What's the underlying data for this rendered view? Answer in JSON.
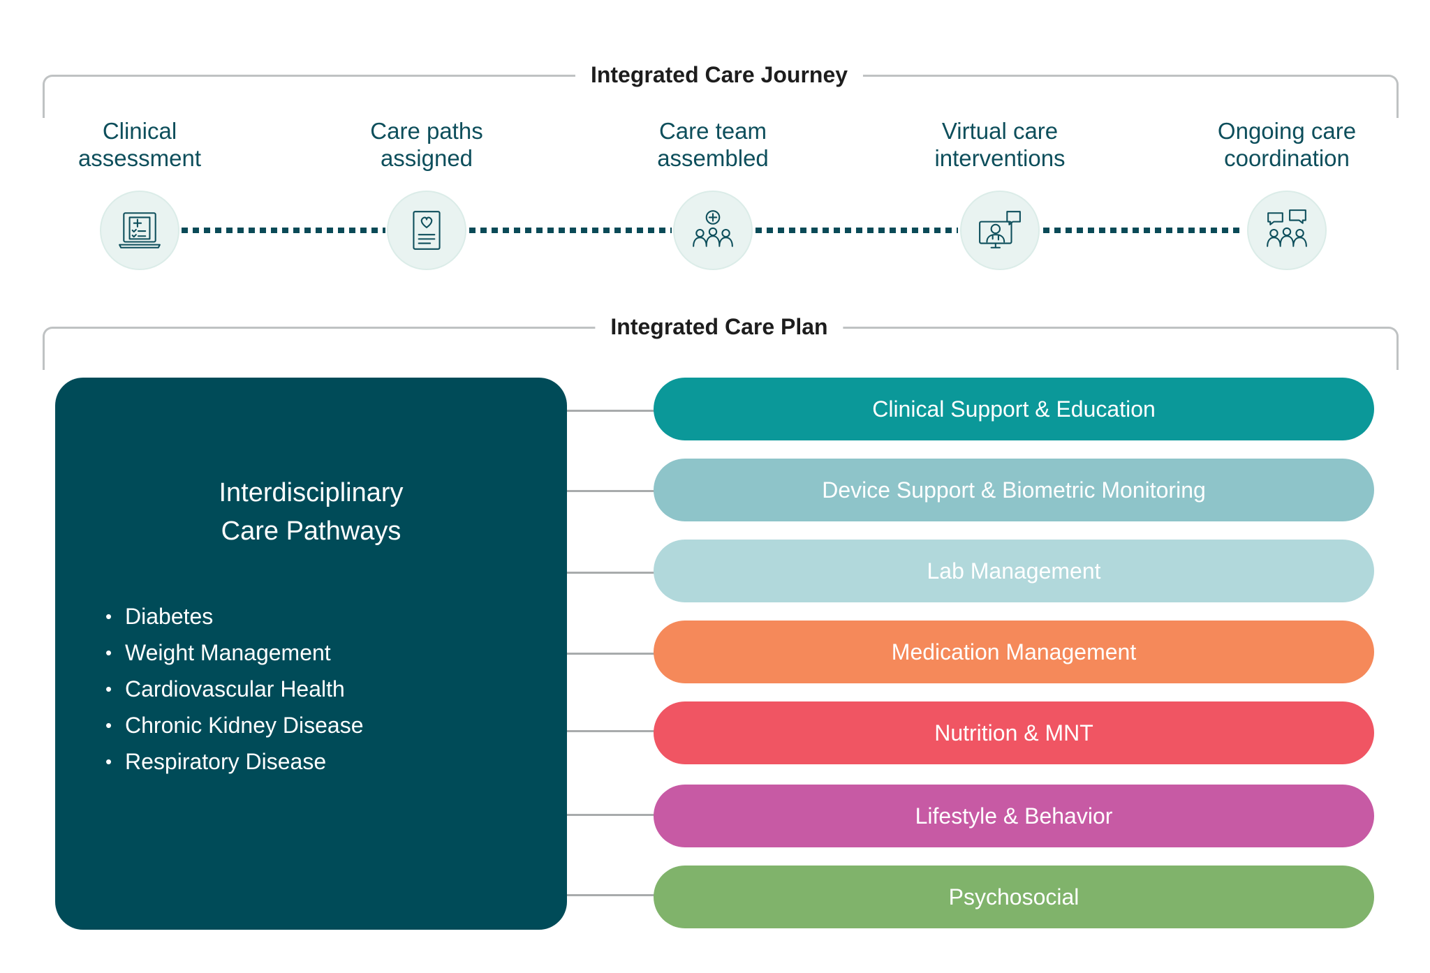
{
  "journey": {
    "title": "Integrated Care Journey",
    "steps": [
      {
        "label": "Clinical\nassessment",
        "icon": "clinical-assessment-icon"
      },
      {
        "label": "Care paths\nassigned",
        "icon": "care-path-document-icon"
      },
      {
        "label": "Care team\nassembled",
        "icon": "care-team-icon"
      },
      {
        "label": "Virtual care\ninterventions",
        "icon": "virtual-care-icon"
      },
      {
        "label": "Ongoing care\ncoordination",
        "icon": "care-coordination-icon"
      }
    ],
    "colors": {
      "label": "#0d4e5b",
      "dots": "#0a4a57",
      "icon_bg": "#e9f3f1"
    }
  },
  "plan": {
    "title": "Integrated Care Plan",
    "pathways": {
      "title": "Interdisciplinary\nCare Pathways",
      "items": [
        "Diabetes",
        "Weight Management",
        "Cardiovascular Health",
        "Chronic Kidney Disease",
        "Respiratory Disease"
      ],
      "color": "#004b58"
    },
    "services": [
      {
        "label": "Clinical Support & Education",
        "color": "#0b9899"
      },
      {
        "label": "Device Support & Biometric Monitoring",
        "color": "#8ec4c9"
      },
      {
        "label": "Lab Management",
        "color": "#b1d8db"
      },
      {
        "label": "Medication Management",
        "color": "#f5895a"
      },
      {
        "label": "Nutrition & MNT",
        "color": "#f05563"
      },
      {
        "label": "Lifestyle & Behavior",
        "color": "#c75aa4"
      },
      {
        "label": "Psychosocial",
        "color": "#80b36b"
      }
    ]
  }
}
